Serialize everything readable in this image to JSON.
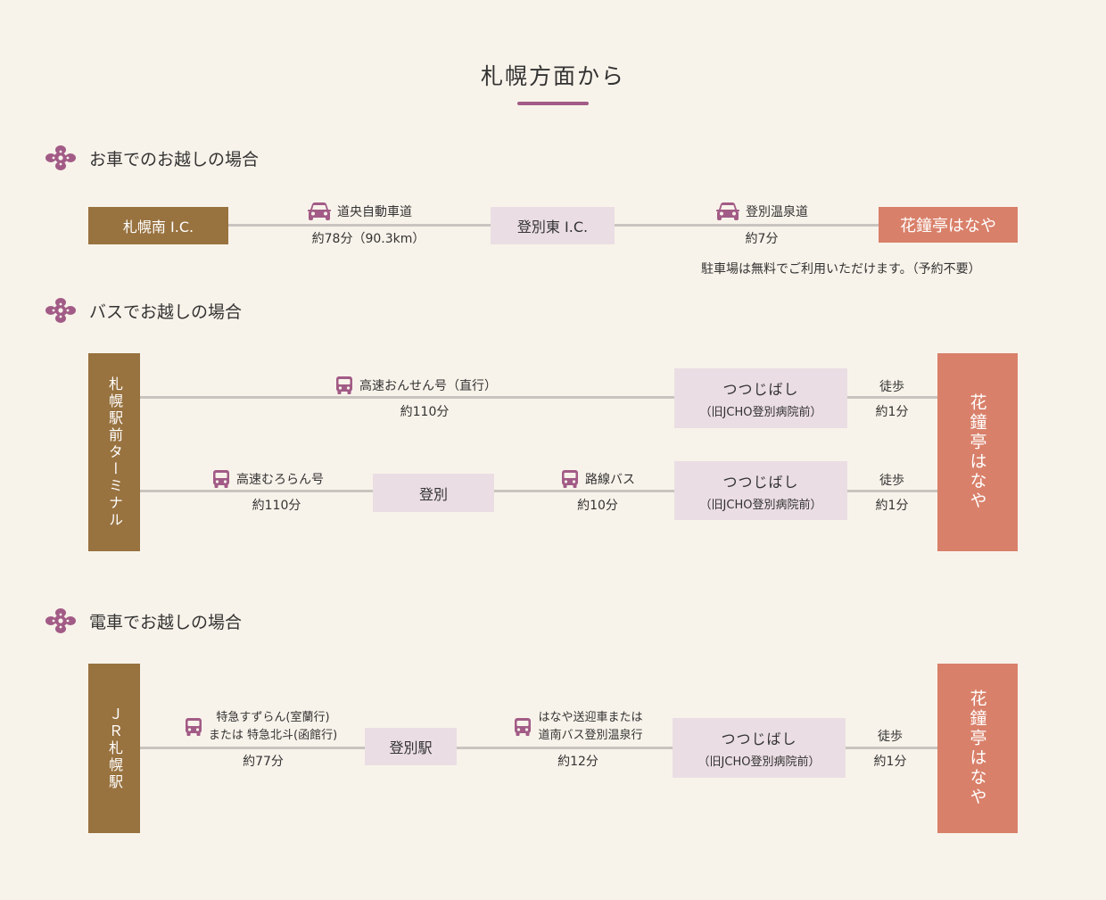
{
  "title": "札幌方面から",
  "sections": {
    "car": {
      "heading": "お車でのお越しの場合",
      "from": "札幌南 I.C.",
      "seg1_label": "道央自動車道",
      "seg1_time": "約78分（90.3km）",
      "via": "登別東 I.C.",
      "seg2_label": "登別温泉道",
      "seg2_time": "約7分",
      "to": "花鐘亭はなや",
      "note": "駐車場は無料でご利用いただけます。（予約不要）"
    },
    "bus": {
      "heading": "バスでお越しの場合",
      "from": "札幌駅前ターミナル",
      "route1_label": "高速おんせん号（直行）",
      "route1_time": "約110分",
      "stop_main": "つつじばし",
      "stop_sub": "（旧JCHO登別病院前）",
      "walk_label": "徒歩",
      "walk_time": "約1分",
      "route2_label": "高速むろらん号",
      "route2_time": "約110分",
      "via": "登別",
      "route3_label": "路線バス",
      "route3_time": "約10分",
      "to": "花鐘亭はなや"
    },
    "train": {
      "heading": "電車でお越しの場合",
      "from": "ＪＲ札幌駅",
      "seg1_line1": "特急すずらん(室蘭行)",
      "seg1_line2": "または 特急北斗(函館行)",
      "seg1_time": "約77分",
      "via": "登別駅",
      "seg2_line1": "はなや送迎車または",
      "seg2_line2": "道南バス登別温泉行",
      "seg2_time": "約12分",
      "stop_main": "つつじばし",
      "stop_sub": "（旧JCHO登別病院前）",
      "walk_label": "徒歩",
      "walk_time": "約1分",
      "to": "花鐘亭はなや"
    }
  },
  "icons": [
    "flower-icon",
    "car-icon",
    "bus-icon"
  ],
  "colors": {
    "accent": "#a25b86",
    "brown": "#98723f",
    "salmon": "#d9806a",
    "lilac": "#eadde3",
    "line": "#c9c4bf"
  }
}
